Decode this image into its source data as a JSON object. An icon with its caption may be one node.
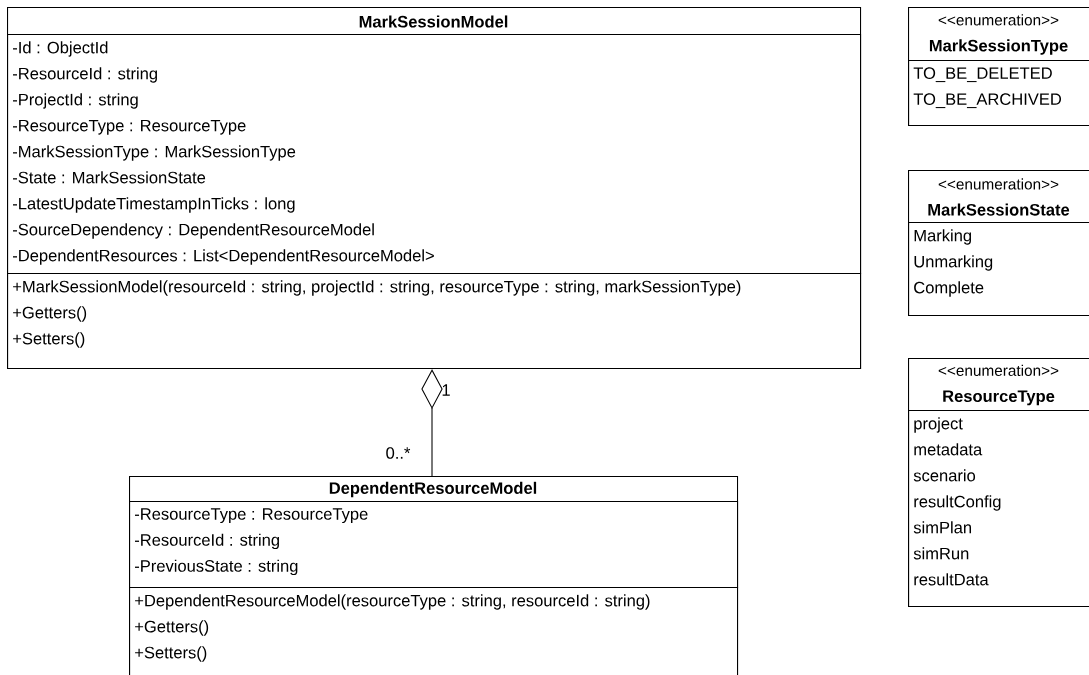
{
  "diagram": {
    "nodes": [
      {
        "text": [
          "MarkSessionModel"
        ]
      },
      {
        "text": [
          "-Id : ObjectId",
          "-ResourceId : string",
          "-ProjectId : string",
          "-ResourceType : ResourceType",
          "-MarkSessionType : MarkSessionType",
          "-State : MarkSessionState",
          "-LatestUpdateTimestampInTicks : long",
          "-SourceDependency : DependentResourceModel",
          "-DependentResources : List<DependentResourceModel>"
        ],
        "in": 0
      },
      {
        "text": [
          "+MarkSessionModel(resourceId : string, projectId : string, resourceType : string, markSessionType)",
          "+Getters()",
          "+Setters()"
        ],
        "in": 0
      },
      {
        "text": [
          "DependentResourceModel"
        ]
      },
      {
        "text": [
          "-ResourceType : ResourceType",
          "-ResourceId : string",
          "-PreviousState : string"
        ],
        "in": 3
      },
      {
        "text": [
          "+DependentResourceModel(resourceType : string, resourceId : string)",
          "+Getters()",
          "+Setters()"
        ],
        "in": 3
      },
      {
        "text": [
          "<<enumeration>>",
          "MarkSessionType"
        ]
      },
      {
        "text": [
          "TO_BE_DELETED",
          "TO_BE_ARCHIVED"
        ],
        "in": 6
      },
      {
        "text": [
          "<<enumeration>>",
          "MarkSessionState"
        ]
      },
      {
        "text": [
          "Marking",
          "Unmarking",
          "Complete"
        ],
        "in": 8
      },
      {
        "text": [
          "<<enumeration>>",
          "ResourceType"
        ]
      },
      {
        "text": [
          "project",
          "metadata",
          "scenario",
          "resultConfig",
          "simPlan",
          "simRun",
          "resultData"
        ],
        "in": 10
      }
    ],
    "edges": [
      {
        "from": 3,
        "to": 0,
        "arrow": "other"
      }
    ],
    "labels": [
      "1",
      "0..*"
    ]
  }
}
